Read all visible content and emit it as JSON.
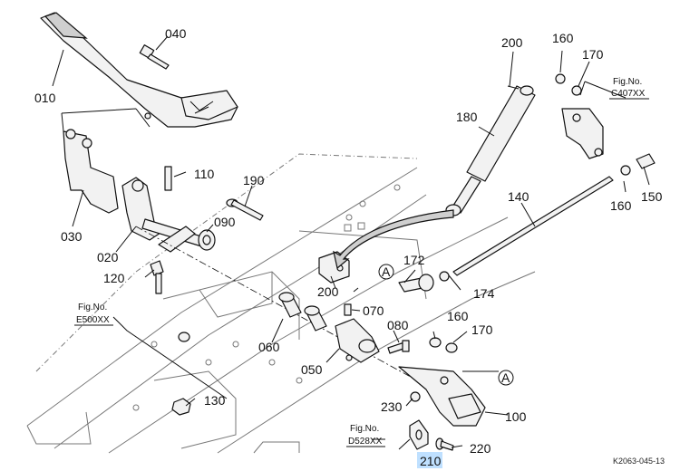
{
  "parts": {
    "p010": "010",
    "p020": "020",
    "p030": "030",
    "p040": "040",
    "p050": "050",
    "p060": "060",
    "p070": "070",
    "p080": "080",
    "p090": "090",
    "p100": "100",
    "p110": "110",
    "p120": "120",
    "p130": "130",
    "p140": "140",
    "p150": "150",
    "p160a": "160",
    "p160b": "160",
    "p160c": "160",
    "p170a": "170",
    "p170b": "170",
    "p172": "172",
    "p174": "174",
    "p180": "180",
    "p190": "190",
    "p200a": "200",
    "p200b": "200",
    "p210": "210",
    "p220": "220",
    "p230": "230"
  },
  "refs": {
    "fig_no": "Fig.No.",
    "c407": "C407XX",
    "e500": "E500XX",
    "d528": "D528XX",
    "marker_a": "A"
  },
  "drawing_code": "K2063-045-13",
  "colors": {
    "highlight": "#bfe0ff",
    "ink": "#111111"
  }
}
